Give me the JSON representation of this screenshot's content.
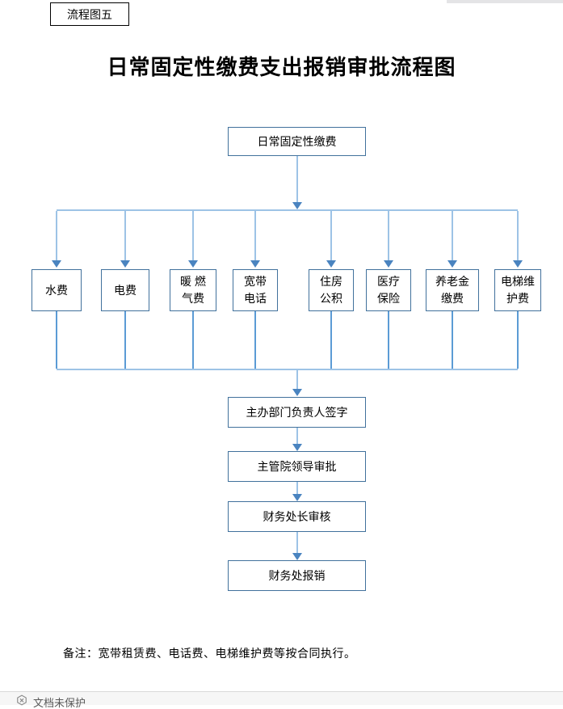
{
  "document": {
    "tag_label": "流程图五",
    "title": "日常固定性缴费支出报销审批流程图",
    "note": "备注：宽带租赁费、电话费、电梯维护费等按合同执行。"
  },
  "flowchart": {
    "root_label": "日常固定性缴费",
    "categories": [
      {
        "label": "水费",
        "lines": [
          "水费"
        ]
      },
      {
        "label": "电费",
        "lines": [
          "电费"
        ]
      },
      {
        "label": "暖 燃气费",
        "lines": [
          "暖 燃",
          "气费"
        ]
      },
      {
        "label": "宽带电话",
        "lines": [
          "宽带",
          "电话"
        ]
      },
      {
        "label": "住房公积",
        "lines": [
          "住房",
          "公积"
        ]
      },
      {
        "label": "医疗保险",
        "lines": [
          "医疗",
          "保险"
        ]
      },
      {
        "label": "养老金缴费",
        "lines": [
          "养老金",
          "缴费"
        ]
      },
      {
        "label": "电梯维护费",
        "lines": [
          "电梯维",
          "护费"
        ]
      }
    ],
    "steps": [
      "主办部门负责人签字",
      "主管院领导审批",
      "财务处长审核",
      "财务处报销"
    ]
  },
  "status_bar": {
    "protection_label": "文档未保护",
    "icon": "shield-x-icon"
  },
  "colors": {
    "box_border": "#41719c",
    "connector_light": "#9dc3e6",
    "connector_medium": "#5b9bd5",
    "arrowhead": "#4a84c0",
    "statusbar_bg": "#f6f6f6",
    "statusbar_text": "#595959"
  }
}
